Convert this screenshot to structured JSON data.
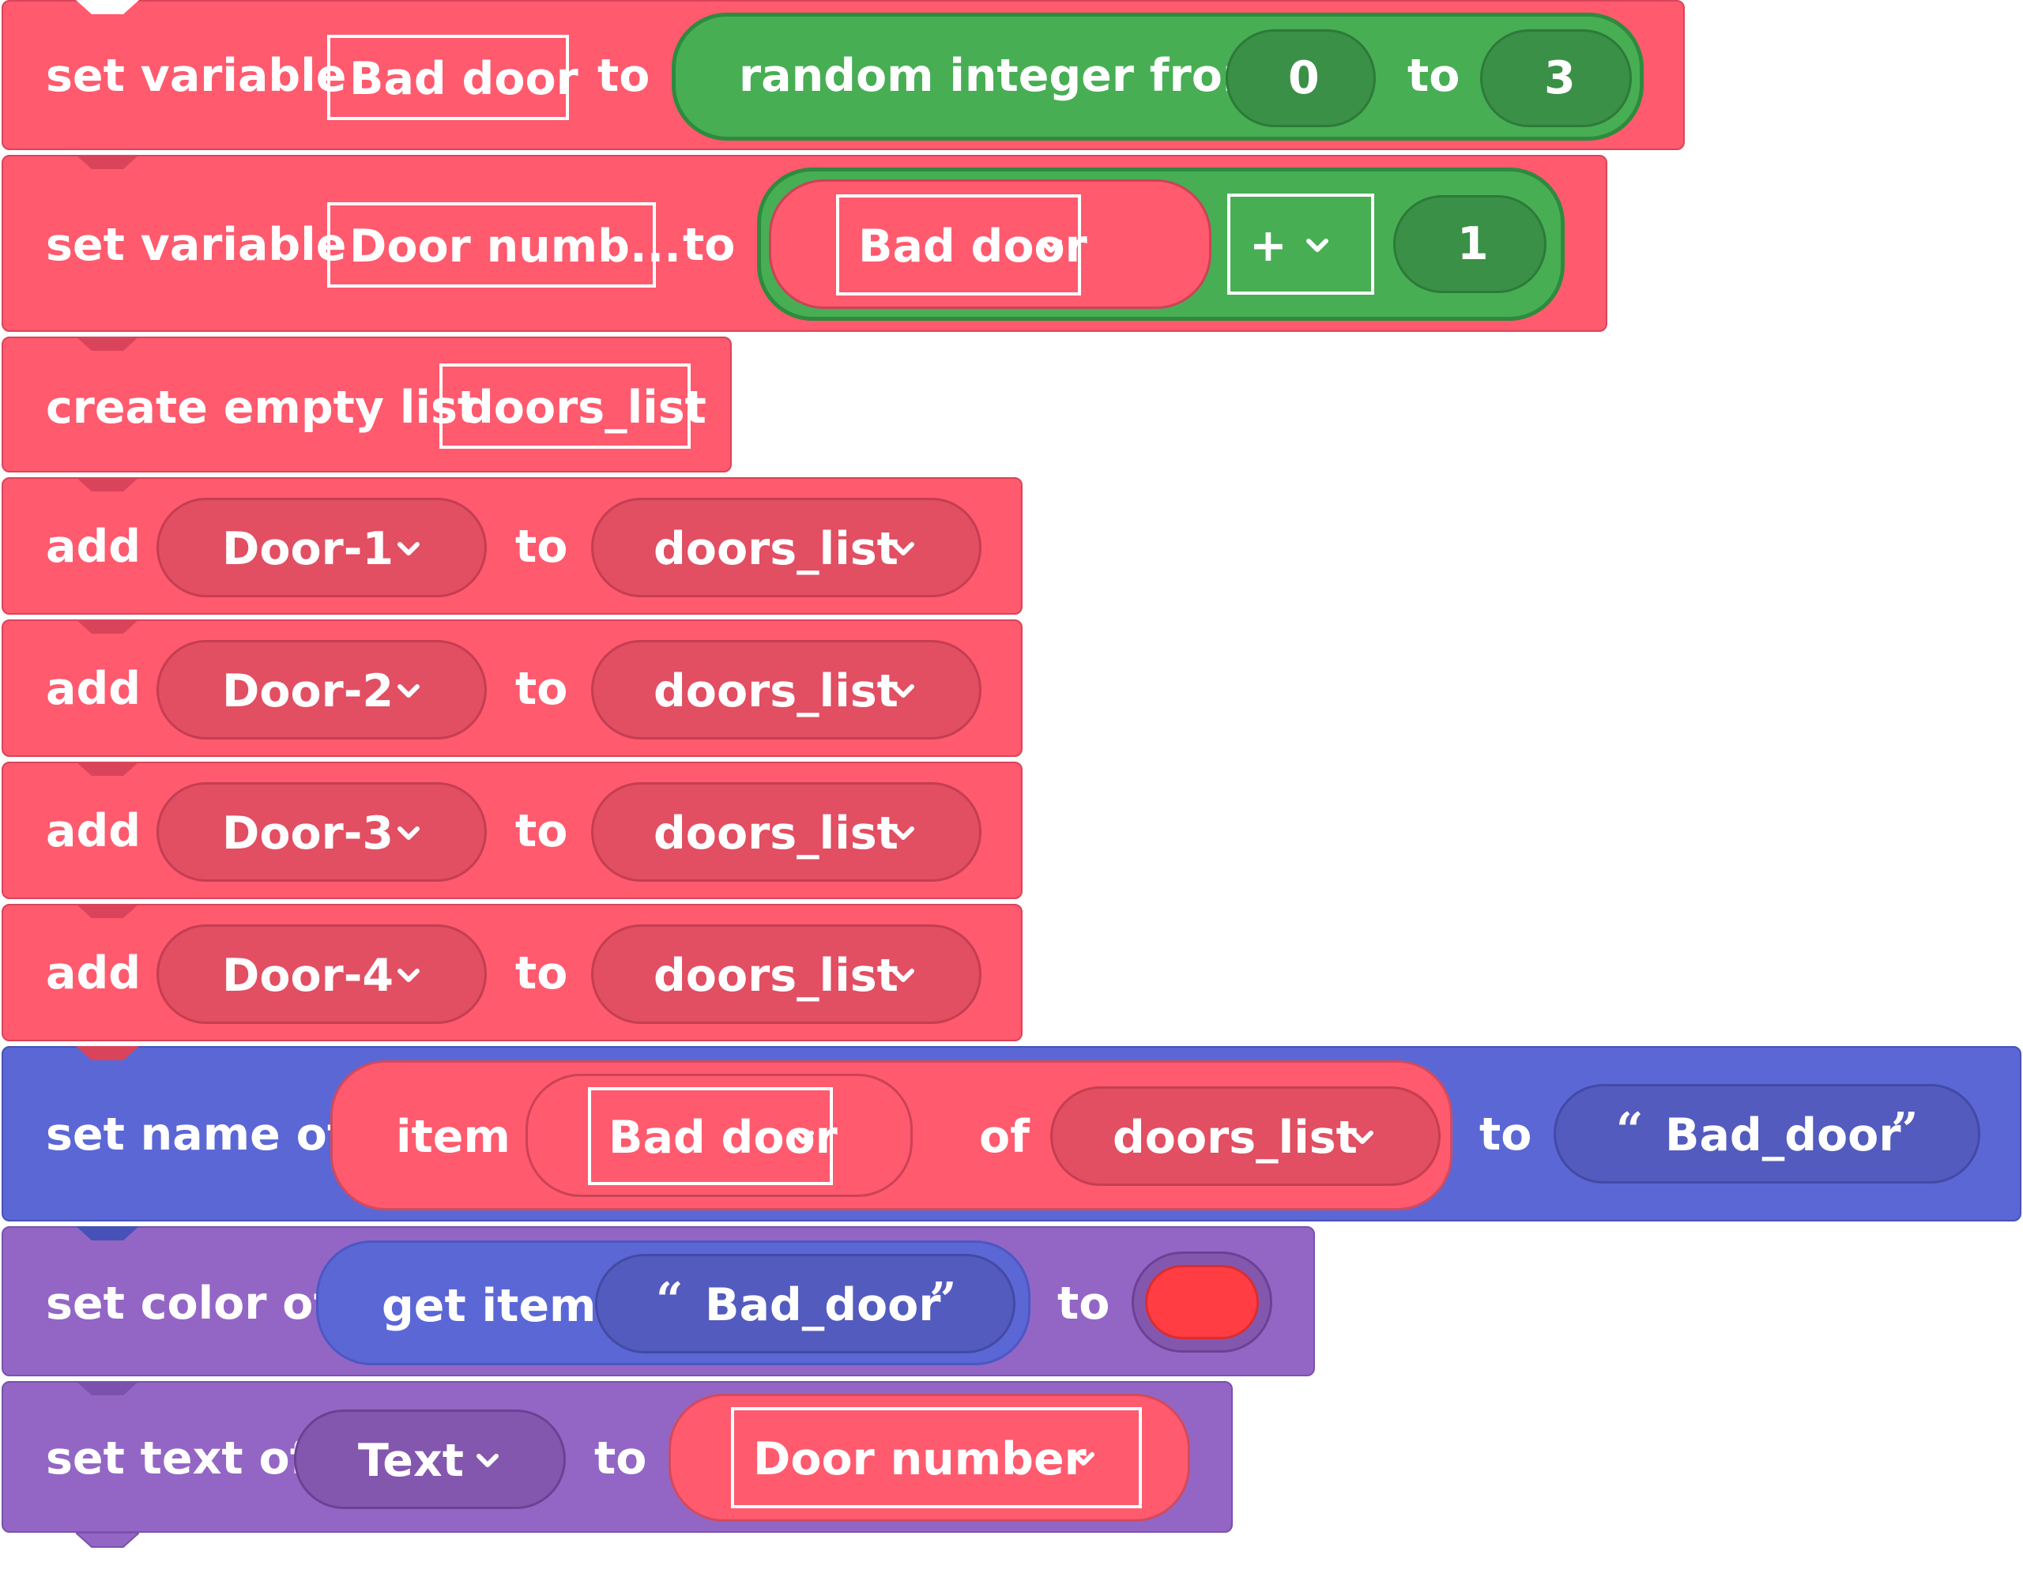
{
  "blocks": {
    "b1": {
      "kw1": "set variable",
      "var": "Bad door",
      "kw2": "to",
      "kw3": "random integer from",
      "from": "0",
      "kw4": "to",
      "to": "3"
    },
    "b2": {
      "kw1": "set variable",
      "var": "Door numb...",
      "kw2": "to",
      "lhs": "Bad door",
      "op": "+",
      "rhs": "1"
    },
    "b3": {
      "kw1": "create empty list",
      "list": "doors_list"
    },
    "adds": [
      {
        "kw1": "add",
        "item": "Door-1",
        "kw2": "to",
        "list": "doors_list"
      },
      {
        "kw1": "add",
        "item": "Door-2",
        "kw2": "to",
        "list": "doors_list"
      },
      {
        "kw1": "add",
        "item": "Door-3",
        "kw2": "to",
        "list": "doors_list"
      },
      {
        "kw1": "add",
        "item": "Door-4",
        "kw2": "to",
        "list": "doors_list"
      }
    ],
    "b8": {
      "kw1": "set name of",
      "kw2": "item",
      "index": "Bad door",
      "kw3": "of",
      "list": "doors_list",
      "kw4": "to",
      "open_quote": "“",
      "name": "Bad_door",
      "close_quote": "”"
    },
    "b9": {
      "kw1": "set color of",
      "kw2": "get item",
      "open_quote": "“",
      "name": "Bad_door",
      "close_quote": "”",
      "kw3": "to",
      "color": "#FF3D42"
    },
    "b10": {
      "kw1": "set text of",
      "component": "Text",
      "kw2": "to",
      "value": "Door number"
    }
  },
  "icons": {
    "dropdown": "chevron-down-icon"
  },
  "colors": {
    "variables": "#FF5A6E",
    "math": "#47AE54",
    "component": "#5C67D6",
    "properties": "#9366C5"
  }
}
